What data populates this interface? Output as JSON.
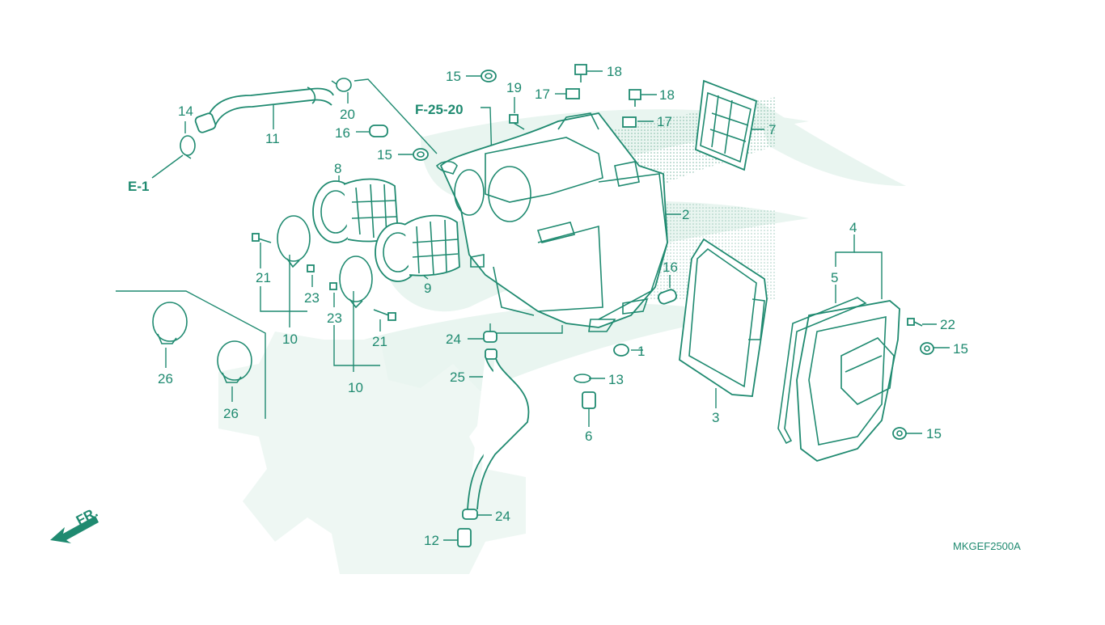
{
  "diagram": {
    "callouts": [
      {
        "id": "c1",
        "text": "1"
      },
      {
        "id": "c2",
        "text": "2"
      },
      {
        "id": "c3",
        "text": "3"
      },
      {
        "id": "c4",
        "text": "4"
      },
      {
        "id": "c5",
        "text": "5"
      },
      {
        "id": "c6",
        "text": "6"
      },
      {
        "id": "c7",
        "text": "7"
      },
      {
        "id": "c8",
        "text": "8"
      },
      {
        "id": "c9",
        "text": "9"
      },
      {
        "id": "c10a",
        "text": "10"
      },
      {
        "id": "c10b",
        "text": "10"
      },
      {
        "id": "c11",
        "text": "11"
      },
      {
        "id": "c12",
        "text": "12"
      },
      {
        "id": "c13",
        "text": "13"
      },
      {
        "id": "c14",
        "text": "14"
      },
      {
        "id": "c15a",
        "text": "15"
      },
      {
        "id": "c15b",
        "text": "15"
      },
      {
        "id": "c15c",
        "text": "15"
      },
      {
        "id": "c15d",
        "text": "15"
      },
      {
        "id": "c16a",
        "text": "16"
      },
      {
        "id": "c16b",
        "text": "16"
      },
      {
        "id": "c17a",
        "text": "17"
      },
      {
        "id": "c17b",
        "text": "17"
      },
      {
        "id": "c18a",
        "text": "18"
      },
      {
        "id": "c18b",
        "text": "18"
      },
      {
        "id": "c19",
        "text": "19"
      },
      {
        "id": "c20",
        "text": "20"
      },
      {
        "id": "c21a",
        "text": "21"
      },
      {
        "id": "c21b",
        "text": "21"
      },
      {
        "id": "c22",
        "text": "22"
      },
      {
        "id": "c23a",
        "text": "23"
      },
      {
        "id": "c23b",
        "text": "23"
      },
      {
        "id": "c24a",
        "text": "24"
      },
      {
        "id": "c24b",
        "text": "24"
      },
      {
        "id": "c25",
        "text": "25"
      },
      {
        "id": "c26a",
        "text": "26"
      },
      {
        "id": "c26b",
        "text": "26"
      }
    ],
    "references": {
      "e1": "E-1",
      "f2520": "F-25-20"
    },
    "front_indicator": "FR.",
    "drawing_code": "MKGEF2500A",
    "line_color": "#1f8a70",
    "watermark_color": "#e6f4ef"
  }
}
